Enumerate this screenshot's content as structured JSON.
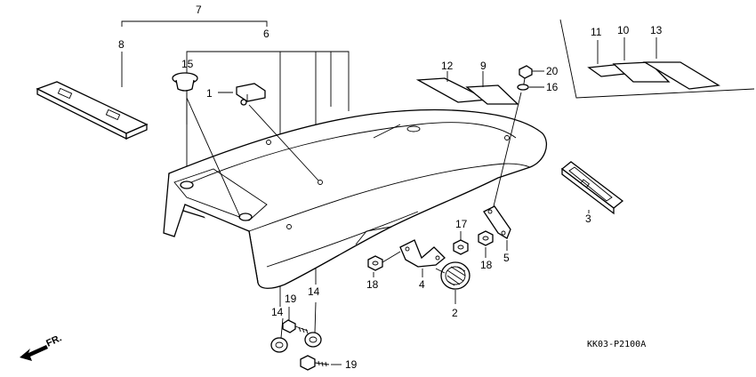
{
  "diagram": {
    "labels": {
      "p1": "1",
      "p2": "2",
      "p3": "3",
      "p4": "4",
      "p5": "5",
      "p6": "6",
      "p7": "7",
      "p8": "8",
      "p9": "9",
      "p10": "10",
      "p11": "11",
      "p12": "12",
      "p13": "13",
      "p14a": "14",
      "p14b": "14",
      "p15": "15",
      "p16": "16",
      "p17": "17",
      "p18a": "18",
      "p18b": "18",
      "p19a": "19",
      "p19b": "19",
      "p20": "20"
    },
    "code": "KK03-P2100A",
    "direction": "FR."
  }
}
